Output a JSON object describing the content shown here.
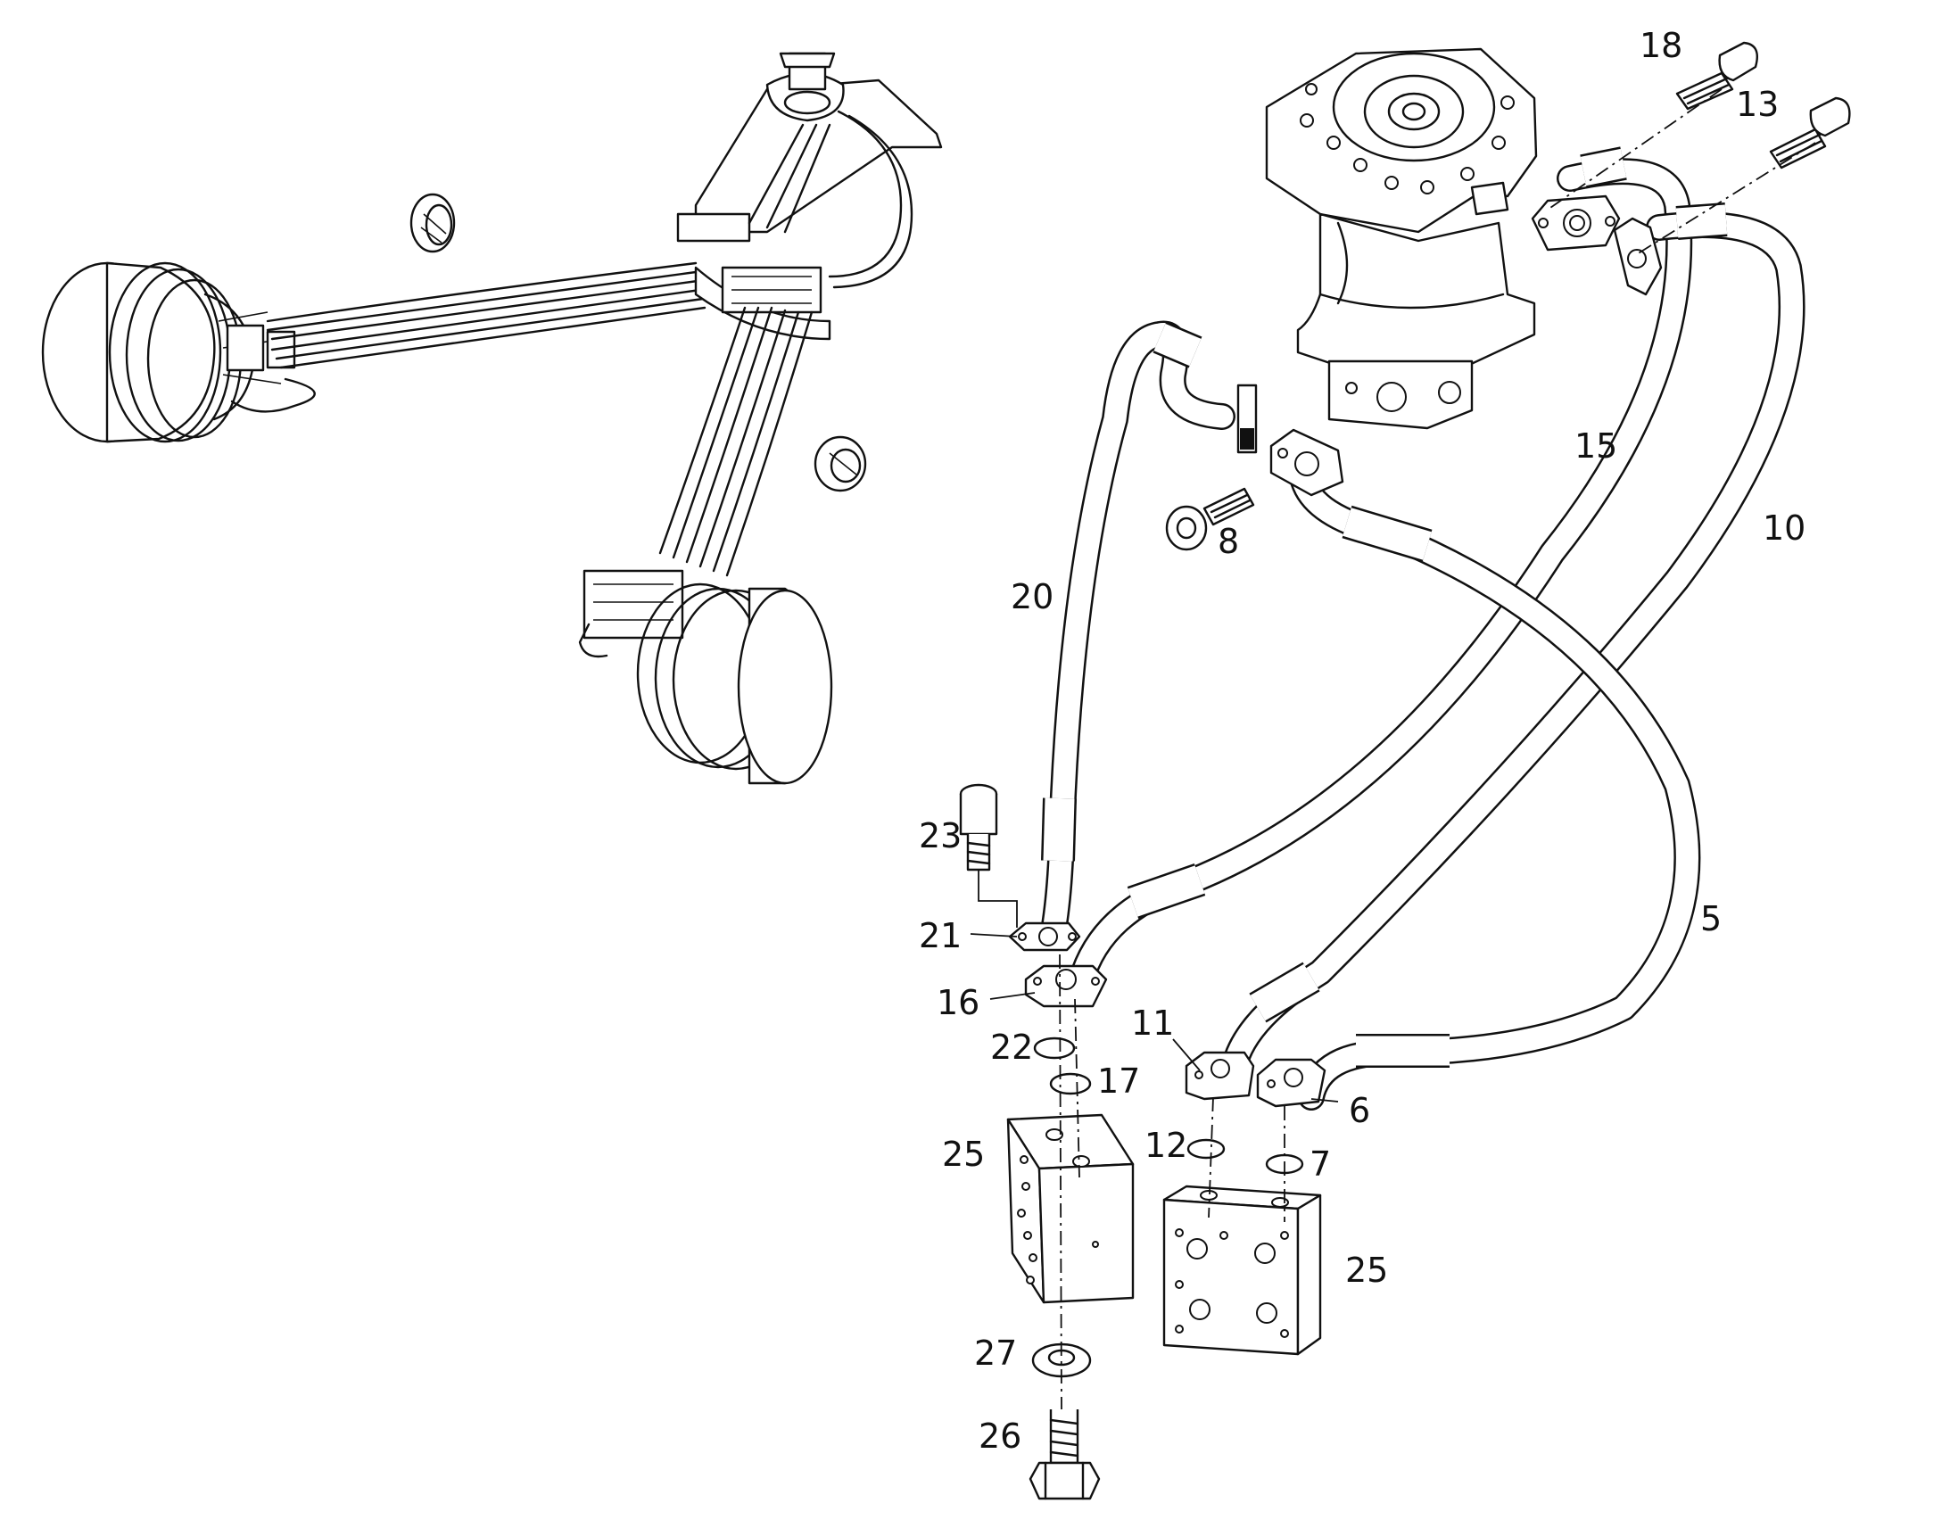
{
  "callouts": {
    "c18": "18",
    "c13": "13",
    "c15": "15",
    "c10": "10",
    "c8": "8",
    "c20": "20",
    "c5": "5",
    "c23": "23",
    "c21": "21",
    "c16": "16",
    "c22": "22",
    "c17": "17",
    "c11": "11",
    "c6": "6",
    "c25a": "25",
    "c12": "12",
    "c7": "7",
    "c25b": "25",
    "c27": "27",
    "c26": "26"
  },
  "colors": {
    "line": "#111111",
    "fill": "#ffffff",
    "shade": "#f2f2f2"
  }
}
